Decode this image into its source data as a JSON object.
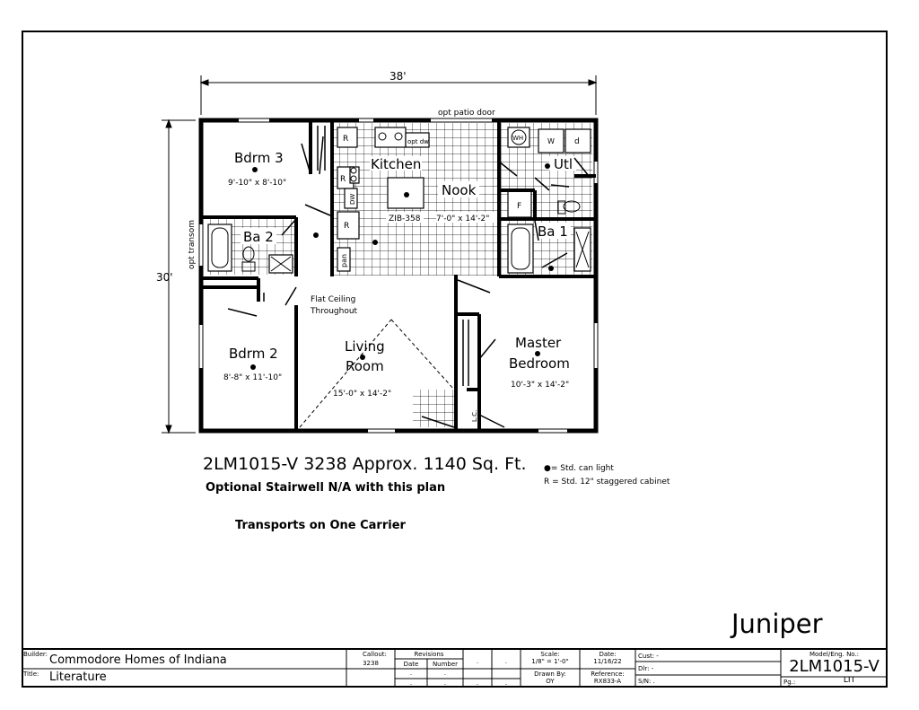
{
  "plan": {
    "overall_width": "38'",
    "overall_depth": "30'",
    "opt_patio_door": "opt patio door",
    "opt_transom": "opt transom",
    "flat_ceiling": [
      "Flat Ceiling",
      "Throughout"
    ],
    "rooms": {
      "bdrm3": {
        "name": "Bdrm 3",
        "size": "9'-10\" x 8'-10\""
      },
      "kitchen": {
        "name": "Kitchen"
      },
      "nook": {
        "name": "Nook",
        "size": "7'-0\" x 14'-2\""
      },
      "island": "ZIB-358",
      "utl": {
        "name": "Utl"
      },
      "ba2": {
        "name": "Ba 2"
      },
      "ba1": {
        "name": "Ba 1"
      },
      "bdrm2": {
        "name": "Bdrm 2",
        "size": "8'-8\" x 11'-10\""
      },
      "living": {
        "name_line1": "Living",
        "name_line2": "Room",
        "size": "15'-0\" x 14'-2\""
      },
      "master": {
        "name_line1": "Master",
        "name_line2": "Bedroom",
        "size": "10'-3\" x 14'-2\""
      }
    },
    "fixtures": {
      "r": "R",
      "wh": "WH",
      "w": "W",
      "d": "d",
      "f": "F",
      "dw": "DW",
      "opt_dw": "opt dw",
      "pan": "pan",
      "lc": "L.C."
    }
  },
  "plan_title": "2LM1015-V 3238 Approx. 1140 Sq. Ft.",
  "subtitle": "Optional Stairwell N/A with this plan",
  "transport": "Transports on One Carrier",
  "legend": {
    "can_light": "●= Std. can light",
    "cabinet": "R = Std. 12\" staggered cabinet"
  },
  "model_name": "Juniper",
  "title_block": {
    "builder_label": "Builder:",
    "builder": "Commodore Homes of Indiana",
    "title_label": "Title:",
    "title": "Literature",
    "callout_label": "Callout:",
    "callout": "3238",
    "revisions_label": "Revisions",
    "date_col": "Date",
    "number_col": "Number",
    "dot": ".",
    "scale_label": "Scale:",
    "scale": "1/8\" = 1'-0\"",
    "date_label": "Date:",
    "date": "11/16/22",
    "drawn_label": "Drawn By:",
    "drawn": "OY",
    "ref_label": "Reference:",
    "ref": "RX833-A",
    "cust_label": "Cust: -",
    "dlr_label": "Dlr: -",
    "sn_label": "S/N: .",
    "model_label": "Model/Eng. No.:",
    "model": "2LM1015-V",
    "pg_label": "Pg.:",
    "pg": "LIT"
  }
}
